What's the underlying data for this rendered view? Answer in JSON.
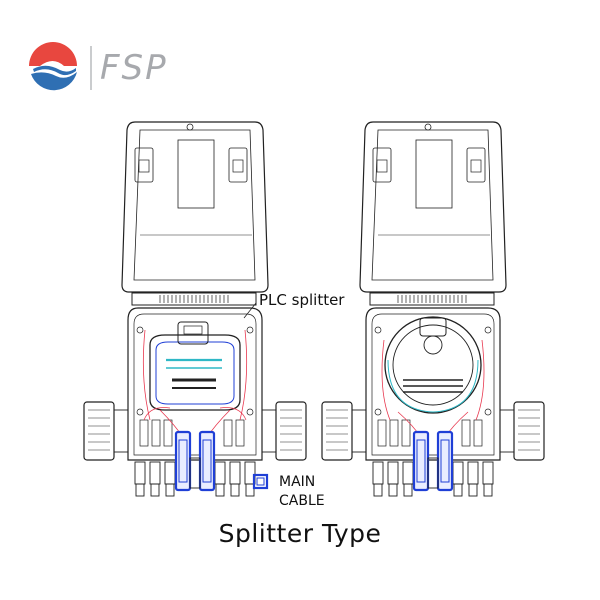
{
  "logo": {
    "text": "FSP"
  },
  "labels": {
    "plc_splitter": "PLC splitter",
    "main_cable_line1": "MAIN",
    "main_cable_line2": "CABLE"
  },
  "caption": "Splitter Type",
  "colors": {
    "outline": "#222222",
    "splitter_blue": "#1f3fd6",
    "fiber_red": "#e8384f",
    "fiber_cyan": "#2fb8c6",
    "logo_red": "#e8473f",
    "logo_blue": "#2f6fb3",
    "logo_grey": "#a7a9ad"
  }
}
